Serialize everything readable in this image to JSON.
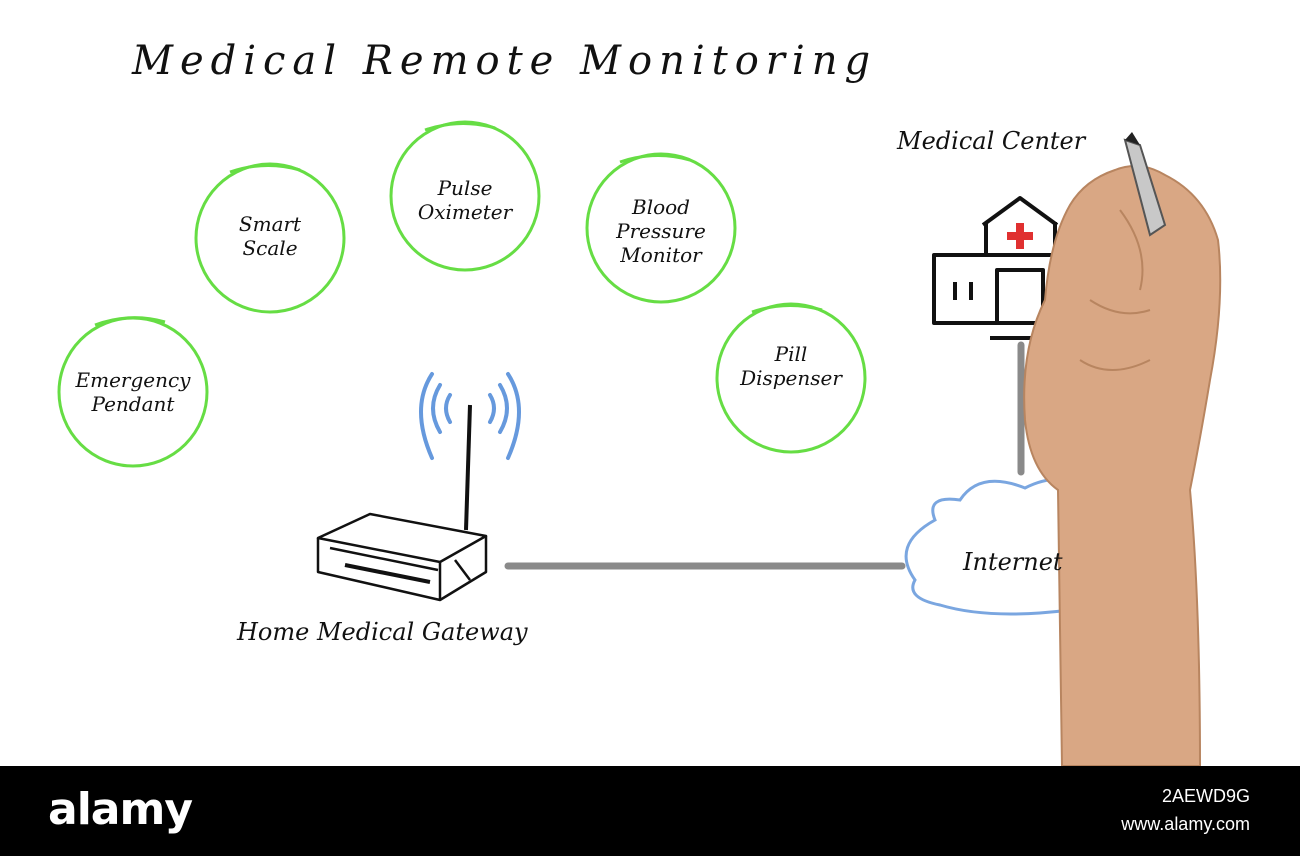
{
  "title": "Medical Remote Monitoring",
  "devices": [
    {
      "id": "pendant",
      "lines": [
        "Emergency",
        "Pendant"
      ]
    },
    {
      "id": "scale",
      "lines": [
        "Smart",
        "Scale"
      ]
    },
    {
      "id": "oximeter",
      "lines": [
        "Pulse",
        "Oximeter"
      ]
    },
    {
      "id": "bp",
      "lines": [
        "Blood",
        "Pressure",
        "Monitor"
      ]
    },
    {
      "id": "pill",
      "lines": [
        "Pill",
        "Dispenser"
      ]
    }
  ],
  "gateway_label": "Home Medical Gateway",
  "internet_label": "Internet",
  "medical_center_label": "Medical Center",
  "colors": {
    "circle": "#66dd44",
    "wifi": "#6699dd",
    "cloud": "#7aa6e0",
    "line": "#8a8a8a",
    "cross": "#e03030",
    "skin": "#d9a784"
  },
  "footer": {
    "logo": "alamy",
    "image_id": "2AEWD9G",
    "site": "www.alamy.com"
  }
}
